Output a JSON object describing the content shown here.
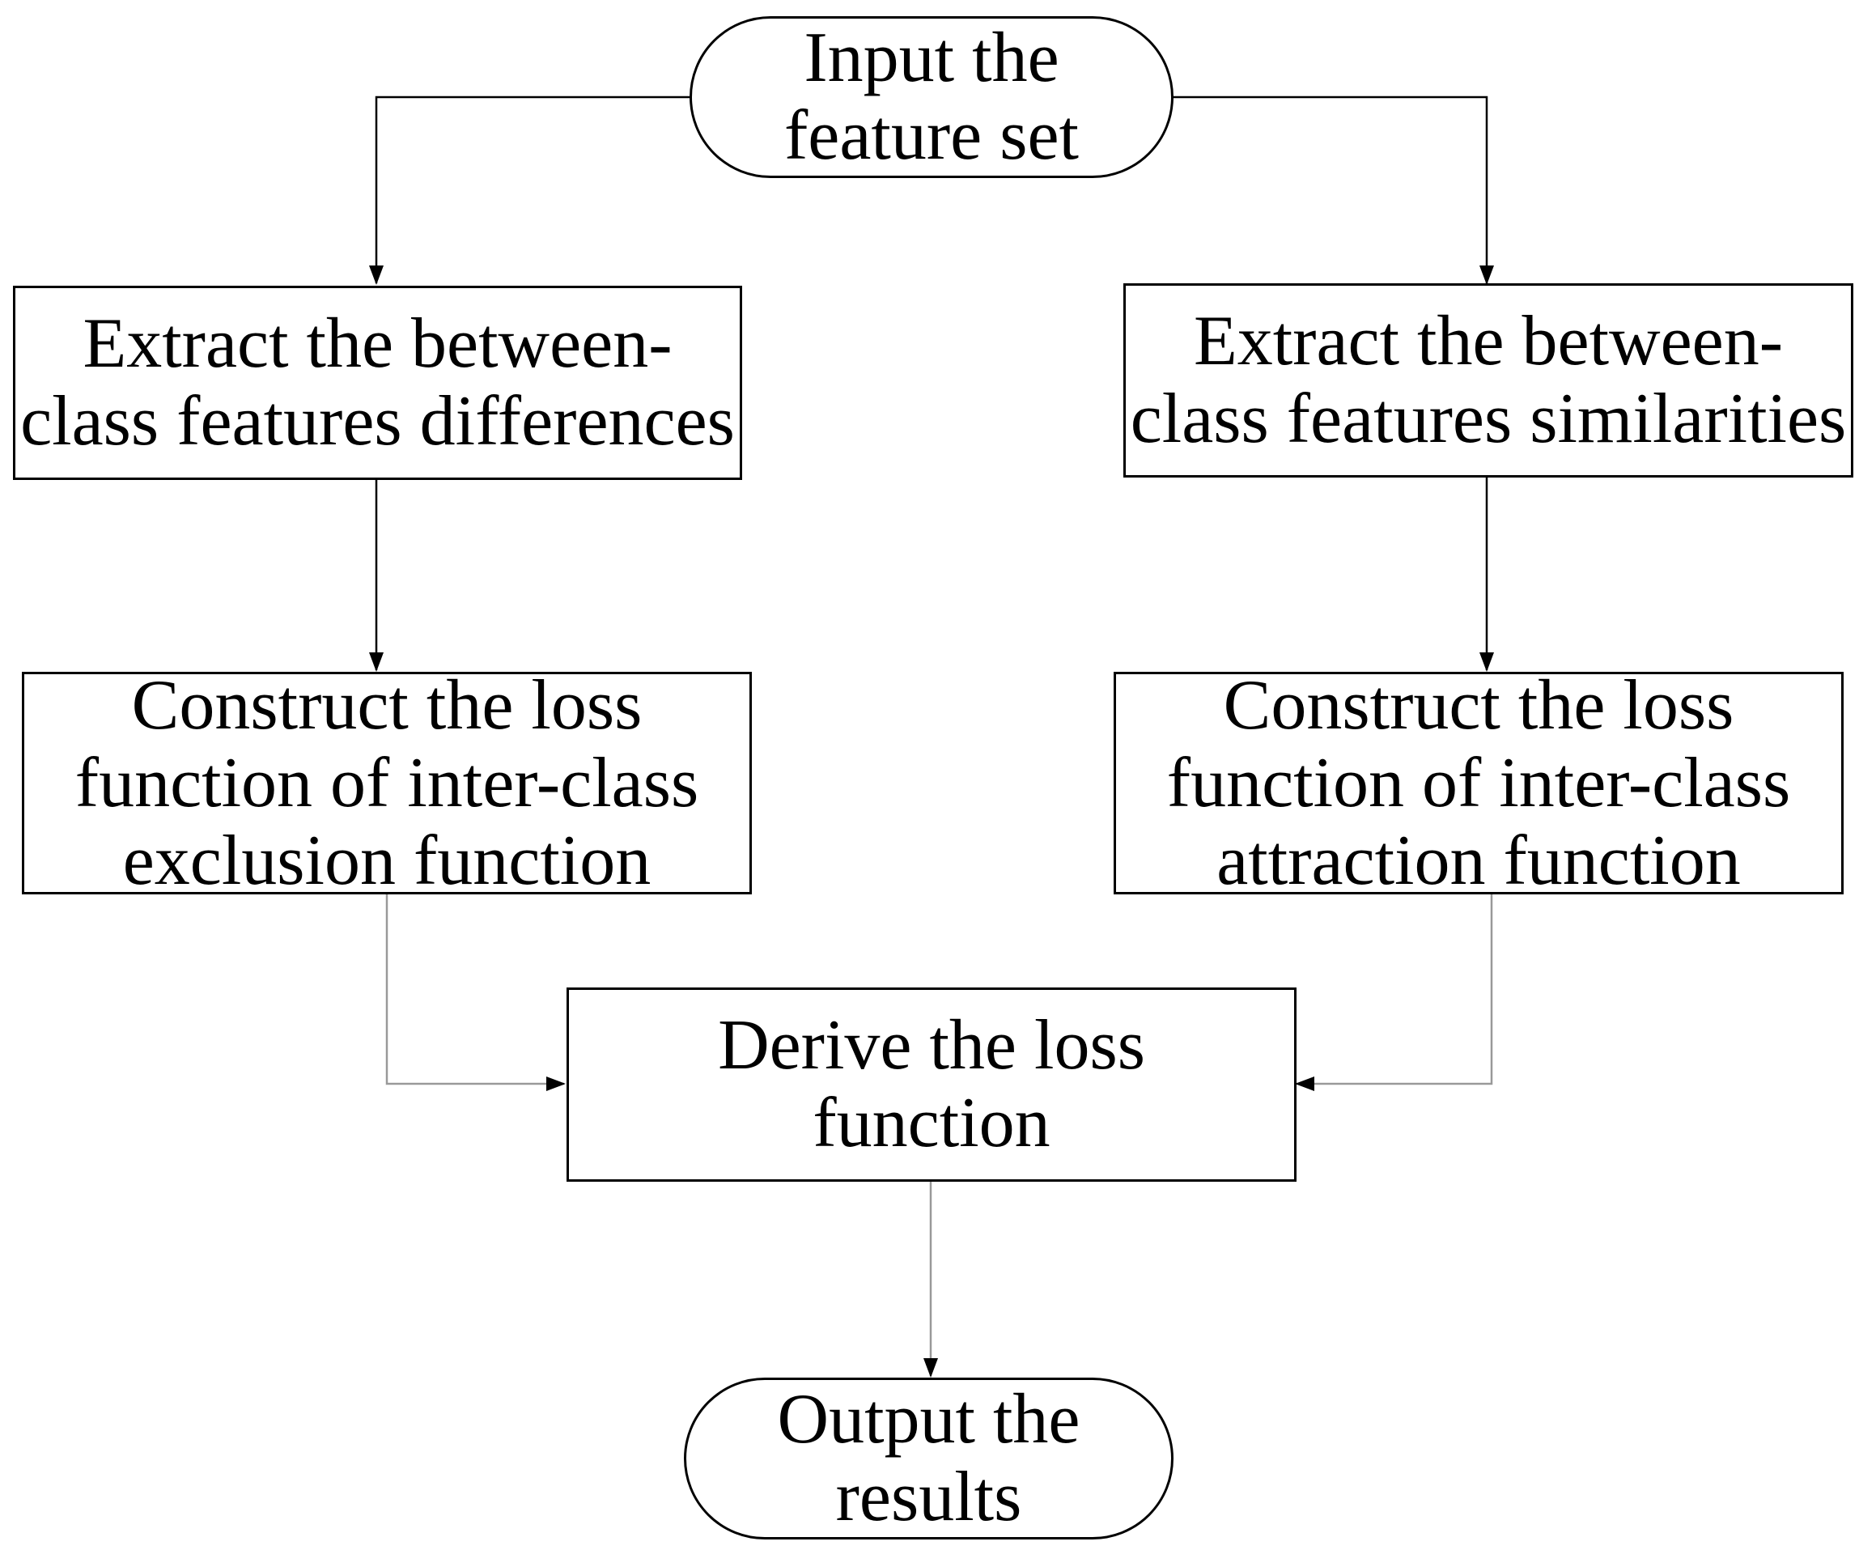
{
  "nodes": {
    "start": {
      "lines": [
        "Input the",
        "feature set"
      ]
    },
    "extract_diff": {
      "lines": [
        "Extract the between-",
        "class features differences"
      ]
    },
    "extract_sim": {
      "lines": [
        "Extract the between-",
        "class features similarities"
      ]
    },
    "construct_exclusion": {
      "lines": [
        "Construct the loss",
        "function of inter-class",
        "exclusion function"
      ]
    },
    "construct_attraction": {
      "lines": [
        "Construct the loss",
        "function of inter-class",
        "attraction function"
      ]
    },
    "derive": {
      "lines": [
        "Derive the loss",
        "function"
      ]
    },
    "end": {
      "lines": [
        "Output the",
        "results"
      ]
    }
  },
  "edges": [
    {
      "from": "start",
      "to": "extract_diff"
    },
    {
      "from": "start",
      "to": "extract_sim"
    },
    {
      "from": "extract_diff",
      "to": "construct_exclusion"
    },
    {
      "from": "extract_sim",
      "to": "construct_attraction"
    },
    {
      "from": "construct_exclusion",
      "to": "derive"
    },
    {
      "from": "construct_attraction",
      "to": "derive"
    },
    {
      "from": "derive",
      "to": "end"
    }
  ],
  "colors": {
    "stroke": "#000000",
    "background": "#ffffff",
    "light_connector": "#999999"
  }
}
